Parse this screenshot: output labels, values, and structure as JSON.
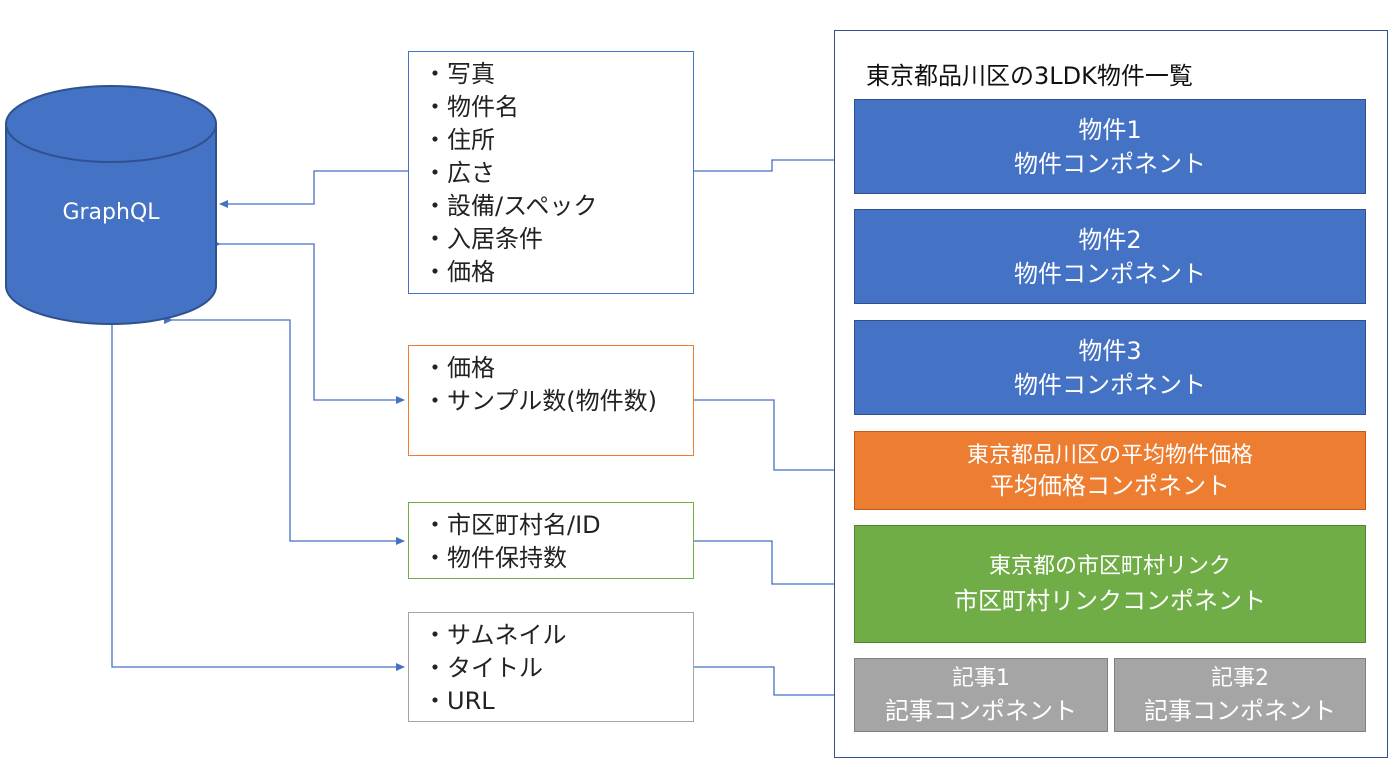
{
  "graphql": {
    "label": "GraphQL"
  },
  "boxes": {
    "property_fields": [
      "・写真",
      "・物件名",
      "・住所",
      "・広さ",
      "・設備/スペック",
      "・入居条件",
      "・価格"
    ],
    "price_fields": [
      "・価格",
      "・サンプル数(物件数)"
    ],
    "city_fields": [
      "・市区町村名/ID",
      "・物件保持数"
    ],
    "article_fields": [
      "・サムネイル",
      "・タイトル",
      "・URL"
    ]
  },
  "page": {
    "title": "東京都品川区の3LDK物件一覧",
    "components": {
      "property1": {
        "line1": "物件1",
        "line2": "物件コンポネント"
      },
      "property2": {
        "line1": "物件2",
        "line2": "物件コンポネント"
      },
      "property3": {
        "line1": "物件3",
        "line2": "物件コンポネント"
      },
      "avg_price": {
        "line1": "東京都品川区の平均物件価格",
        "line2": "平均価格コンポネント"
      },
      "city_link": {
        "line1": "東京都の市区町村リンク",
        "line2": "市区町村リンクコンポネント"
      },
      "article1": {
        "line1": "記事1",
        "line2": "記事コンポネント"
      },
      "article2": {
        "line1": "記事2",
        "line2": "記事コンポネント"
      }
    }
  },
  "colors": {
    "blue": "#4472c4",
    "orange": "#ed7d31",
    "green": "#70ad47",
    "gray": "#a5a5a5",
    "connector": "#4472c4"
  }
}
